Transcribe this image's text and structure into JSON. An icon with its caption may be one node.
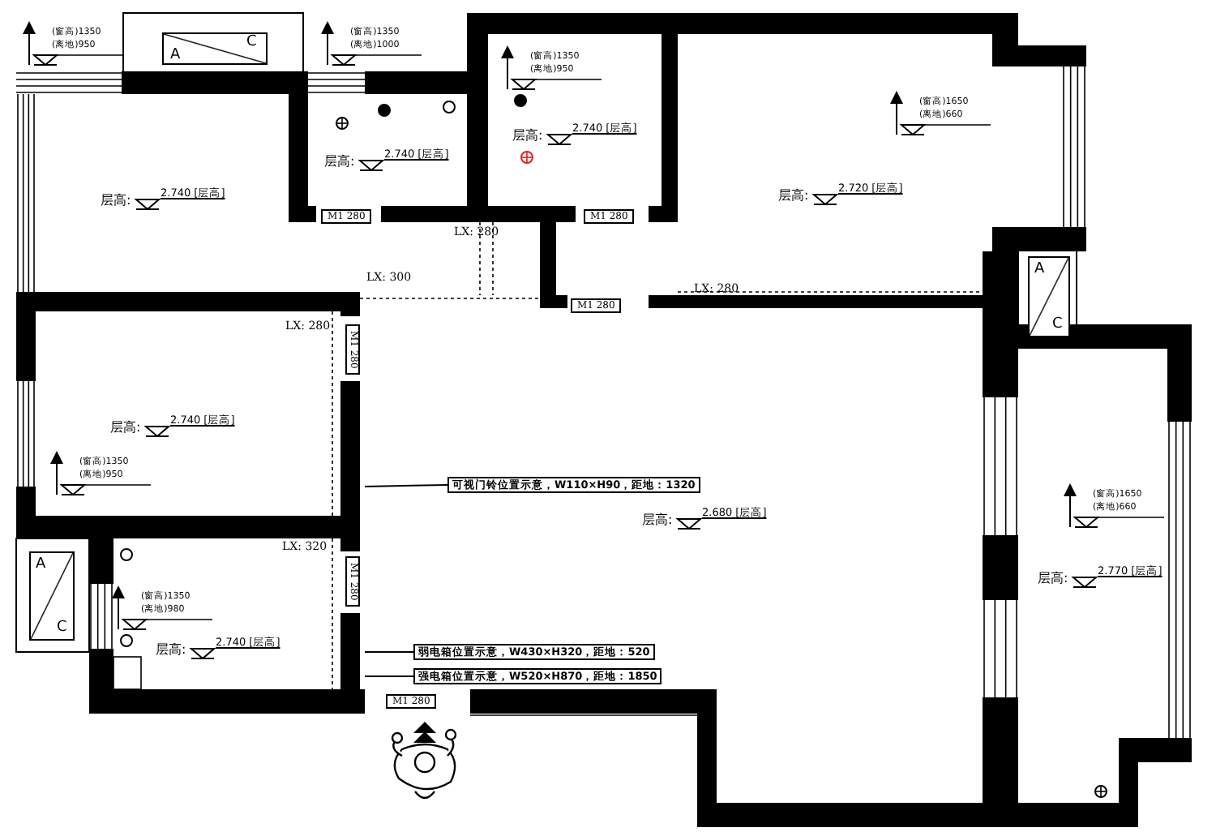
{
  "diagram": {
    "nodes": [
      {
        "text": [
          "可视门铃位置示意，W110×H90，距地：1320"
        ]
      },
      {
        "text": [
          "弱电箱位置示意，W430×H320，距地：520"
        ]
      },
      {
        "text": [
          "强电箱位置示意，W520×H870，距地：1850"
        ]
      },
      {
        "text": [
          "A",
          "C"
        ]
      },
      {
        "text": [
          "A",
          "C"
        ]
      },
      {
        "text": [
          "A",
          "C"
        ]
      }
    ],
    "edges": [
      {
        "from": 0,
        "to": null,
        "arrow": "none"
      },
      {
        "from": 1,
        "to": null,
        "arrow": "none"
      },
      {
        "from": 2,
        "to": null,
        "arrow": "none"
      }
    ],
    "labels": [
      "(窗高)1350",
      "(离地)950",
      "(窗高)1350",
      "(离地)1000",
      "(窗高)1350",
      "(离地)950",
      "(窗高)1650",
      "(离地)660",
      "层高:",
      "2.740 [层高]",
      "层高:",
      "2.740 [层高]",
      "层高:",
      "2.720 [层高]",
      "层高:",
      "2.740 [层高]",
      "M1 280",
      "M1 280",
      "LX: 280",
      "LX: 300",
      "LX: 280",
      "M1 280",
      "LX: 280",
      "M1 280",
      "层高:",
      "2.740 [层高]",
      "(窗高)1350",
      "(离地)950",
      "层高:",
      "2.680 [层高]",
      "LX: 320",
      "M1 280",
      "(窗高)1650",
      "(离地)660",
      "层高:",
      "2.770 [层高]",
      "(窗高)1350",
      "(离地)980",
      "层高:",
      "2.740 [层高]",
      "M1 280"
    ]
  }
}
